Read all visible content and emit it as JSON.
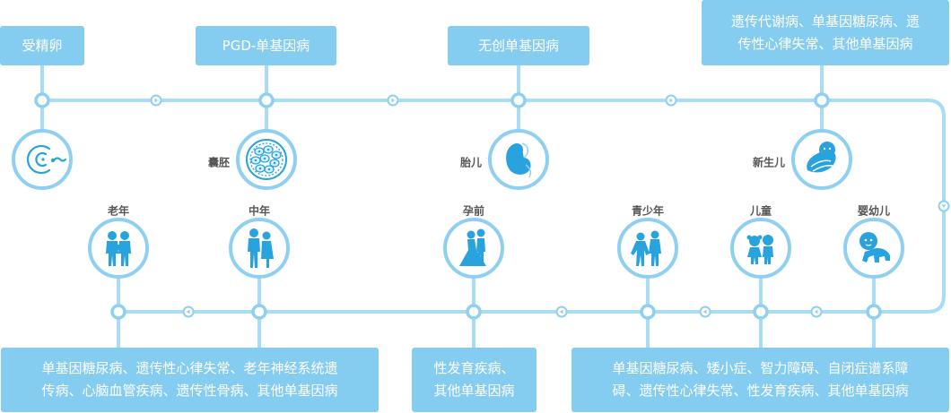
{
  "top_boxes": {
    "fertilization": "受精卵",
    "pgd": "PGD-单基因病",
    "noninvasive": "无创单基因病",
    "newborn_line1": "遗传代谢病、单基因糖尿病、遗",
    "newborn_line2": "传性心律失常、其他单基因病"
  },
  "stage_labels": {
    "blastocyst": "囊胚",
    "fetus": "胎儿",
    "newborn": "新生儿",
    "elderly": "老年",
    "middle_age": "中年",
    "pre_pregnancy": "孕前",
    "adolescent": "青少年",
    "child": "儿童",
    "infant": "婴幼儿"
  },
  "bottom_boxes": {
    "adult_line1": "单基因糖尿病、遗传性心律失常、老年神经系统遗",
    "adult_line2": "传病、心脑血管疾病、遗传性骨病、其他单基因病",
    "prepreg_line1": "性发育疾病、",
    "prepreg_line2": "其他单基因病",
    "youth_line1": "单基因糖尿病、矮小症、智力障碍、自闭症谱系障",
    "youth_line2": "碍、遗传性心律失常、性发育疾病、其他单基因病"
  },
  "colors": {
    "accent": "#85ccf1",
    "line": "#a9dcf6",
    "icon_fill": "#29a3dd",
    "dark": "#2385c6",
    "label": "#555555"
  }
}
